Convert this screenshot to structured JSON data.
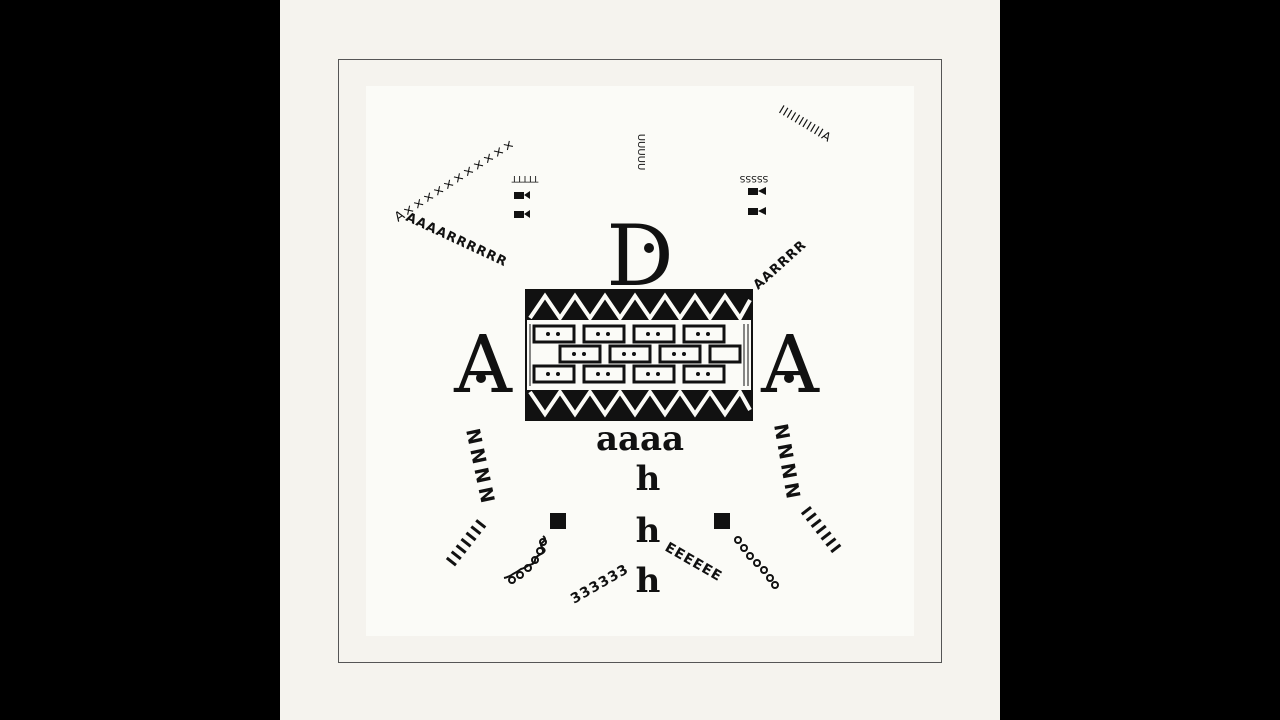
{
  "colors": {
    "ink": "#111111",
    "paper": "#f5f3ee",
    "inner": "#fbfbf7",
    "letterbox": "#000000"
  },
  "big_letters": {
    "d": "D",
    "a_left": "A",
    "a_right": "A"
  },
  "chains": {
    "top_left": "A×××××××××××",
    "top_right": "IIIIIIIIIIIA",
    "arm_left": "AAAARRRRRR",
    "arm_right": "AARRRR",
    "leg_left_n": "NNNN",
    "leg_left_i": "IIIIIII",
    "leg_right_n": "NNNN",
    "leg_right_i": "IIIIIII",
    "tail_center_left": "333333",
    "tail_center_right": "EEEEEE"
  },
  "small": {
    "u_column": "UUUUU",
    "t_column": "TTTTT",
    "s_column": "SSSSS"
  },
  "body_text": {
    "aaaa": "aaaa",
    "h1": "h",
    "h2": "h",
    "h3": "h"
  }
}
